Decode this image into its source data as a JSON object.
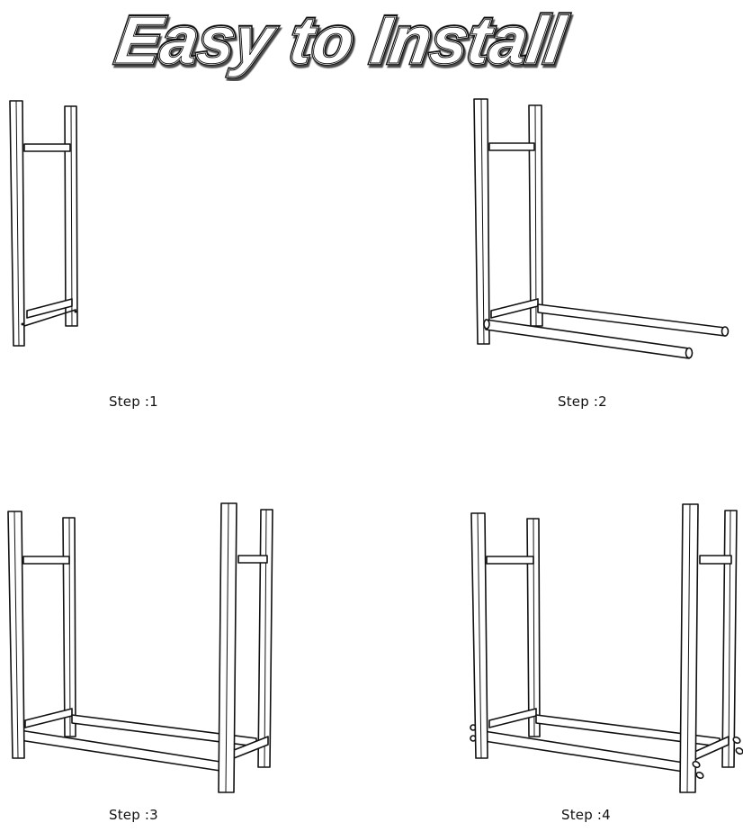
{
  "title": "Easy to Install",
  "steps": [
    {
      "label": "Step :1",
      "description": "Side frame with two uprights joined by top and bottom crossbars"
    },
    {
      "label": "Step :2",
      "description": "Attach two long bottom tubes to the side frame"
    },
    {
      "label": "Step :3",
      "description": "Attach second side frame to the bottom tubes"
    },
    {
      "label": "Step :4",
      "description": "Secure joints with wing nuts"
    }
  ],
  "colors": {
    "background": "#ffffff",
    "line": "#111111"
  }
}
